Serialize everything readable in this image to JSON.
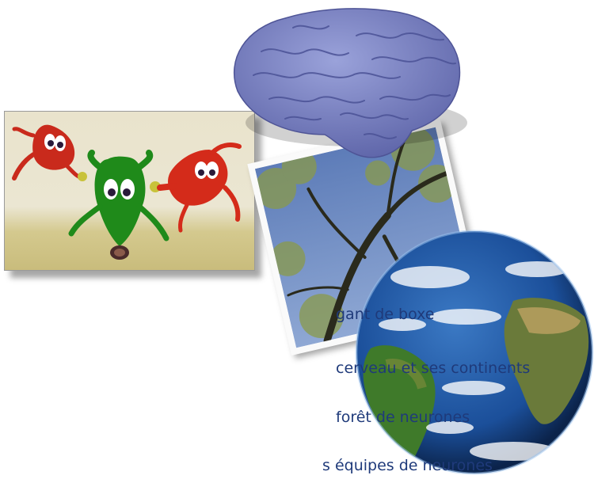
{
  "labels": [
    "gant de boxe",
    "cerveau et ses continents",
    "forêt de neurones",
    "s équipes de neurones"
  ],
  "colors": {
    "text": "#1f3a7a",
    "brain": "#7f88c8",
    "neuron_red": "#d42b1a",
    "neuron_green": "#1f8a1a",
    "ocean": "#1b4f9a"
  },
  "icons": [
    "cartoon-neurons-image",
    "brain-icon",
    "forest-photo",
    "earth-globe"
  ]
}
